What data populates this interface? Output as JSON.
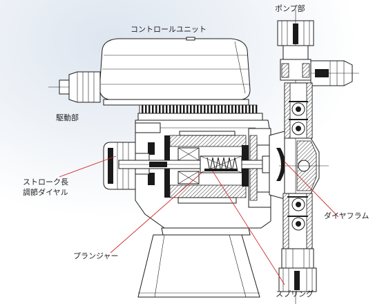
{
  "diagram": {
    "labels": {
      "control_unit": "コントロールユニット",
      "pump_part": "ポンプ部",
      "drive_part": "駆動部",
      "stroke_dial_line1": "ストローク長",
      "stroke_dial_line2": "調節ダイヤル",
      "diaphragm": "ダイヤフラム",
      "plunger": "プランジャー",
      "spring": "スプリング"
    },
    "colors": {
      "leader_line": "#d12a2a",
      "ink": "#1a1a1a",
      "background_tint": "#dde5ef"
    }
  }
}
